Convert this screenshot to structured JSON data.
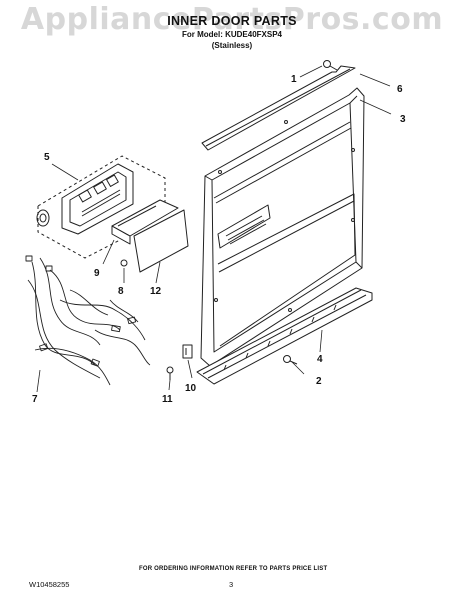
{
  "watermark": "AppliancePartsPros.com",
  "header": {
    "title": "INNER DOOR PARTS",
    "model_line": "For Model: KUDE40FXSP4",
    "variant": "(Stainless)"
  },
  "callouts": [
    "1",
    "2",
    "3",
    "4",
    "5",
    "6",
    "7",
    "8",
    "9",
    "10",
    "11",
    "12"
  ],
  "footer": {
    "info": "FOR ORDERING INFORMATION REFER TO PARTS PRICE LIST",
    "document_code": "W10458255",
    "page_number": "3"
  }
}
